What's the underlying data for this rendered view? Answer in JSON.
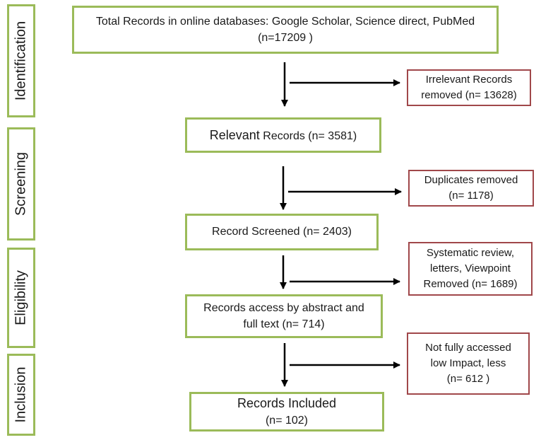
{
  "stages": {
    "identification": "Identification",
    "screening": "Screening",
    "eligibility": "Eligibility",
    "inclusion": "Inclusion"
  },
  "boxes": {
    "total_records": {
      "line1": "Total Records in online databases: Google Scholar, Science direct, PubMed",
      "line2": "(n=17209 )"
    },
    "relevant_records": {
      "bold": "Relevant",
      "rest": " Records (n= 3581)"
    },
    "record_screened": {
      "line1": "Record  Screened (n= 2403)"
    },
    "records_access": {
      "line1": "Records access by abstract and",
      "line2": "full text (n= 714)"
    },
    "records_included": {
      "line1": "Records Included",
      "line2": "(n= 102)"
    }
  },
  "excluded": {
    "irrelevant": {
      "line1": "Irrelevant  Records",
      "line2": "removed (n= 13628)"
    },
    "duplicates": {
      "line1": "Duplicates removed",
      "line2": "(n= 1178)"
    },
    "systematic": {
      "line1": "Systematic review,",
      "line2": "letters, Viewpoint",
      "line3": "Removed  (n= 1689)"
    },
    "not_accessed": {
      "line1": "Not fully accessed",
      "line2": "low Impact, less",
      "line3": "(n= 612 )"
    }
  },
  "colors": {
    "main_border": "#9bbb59",
    "exclusion_border": "#a0474a",
    "arrow": "#000000"
  }
}
